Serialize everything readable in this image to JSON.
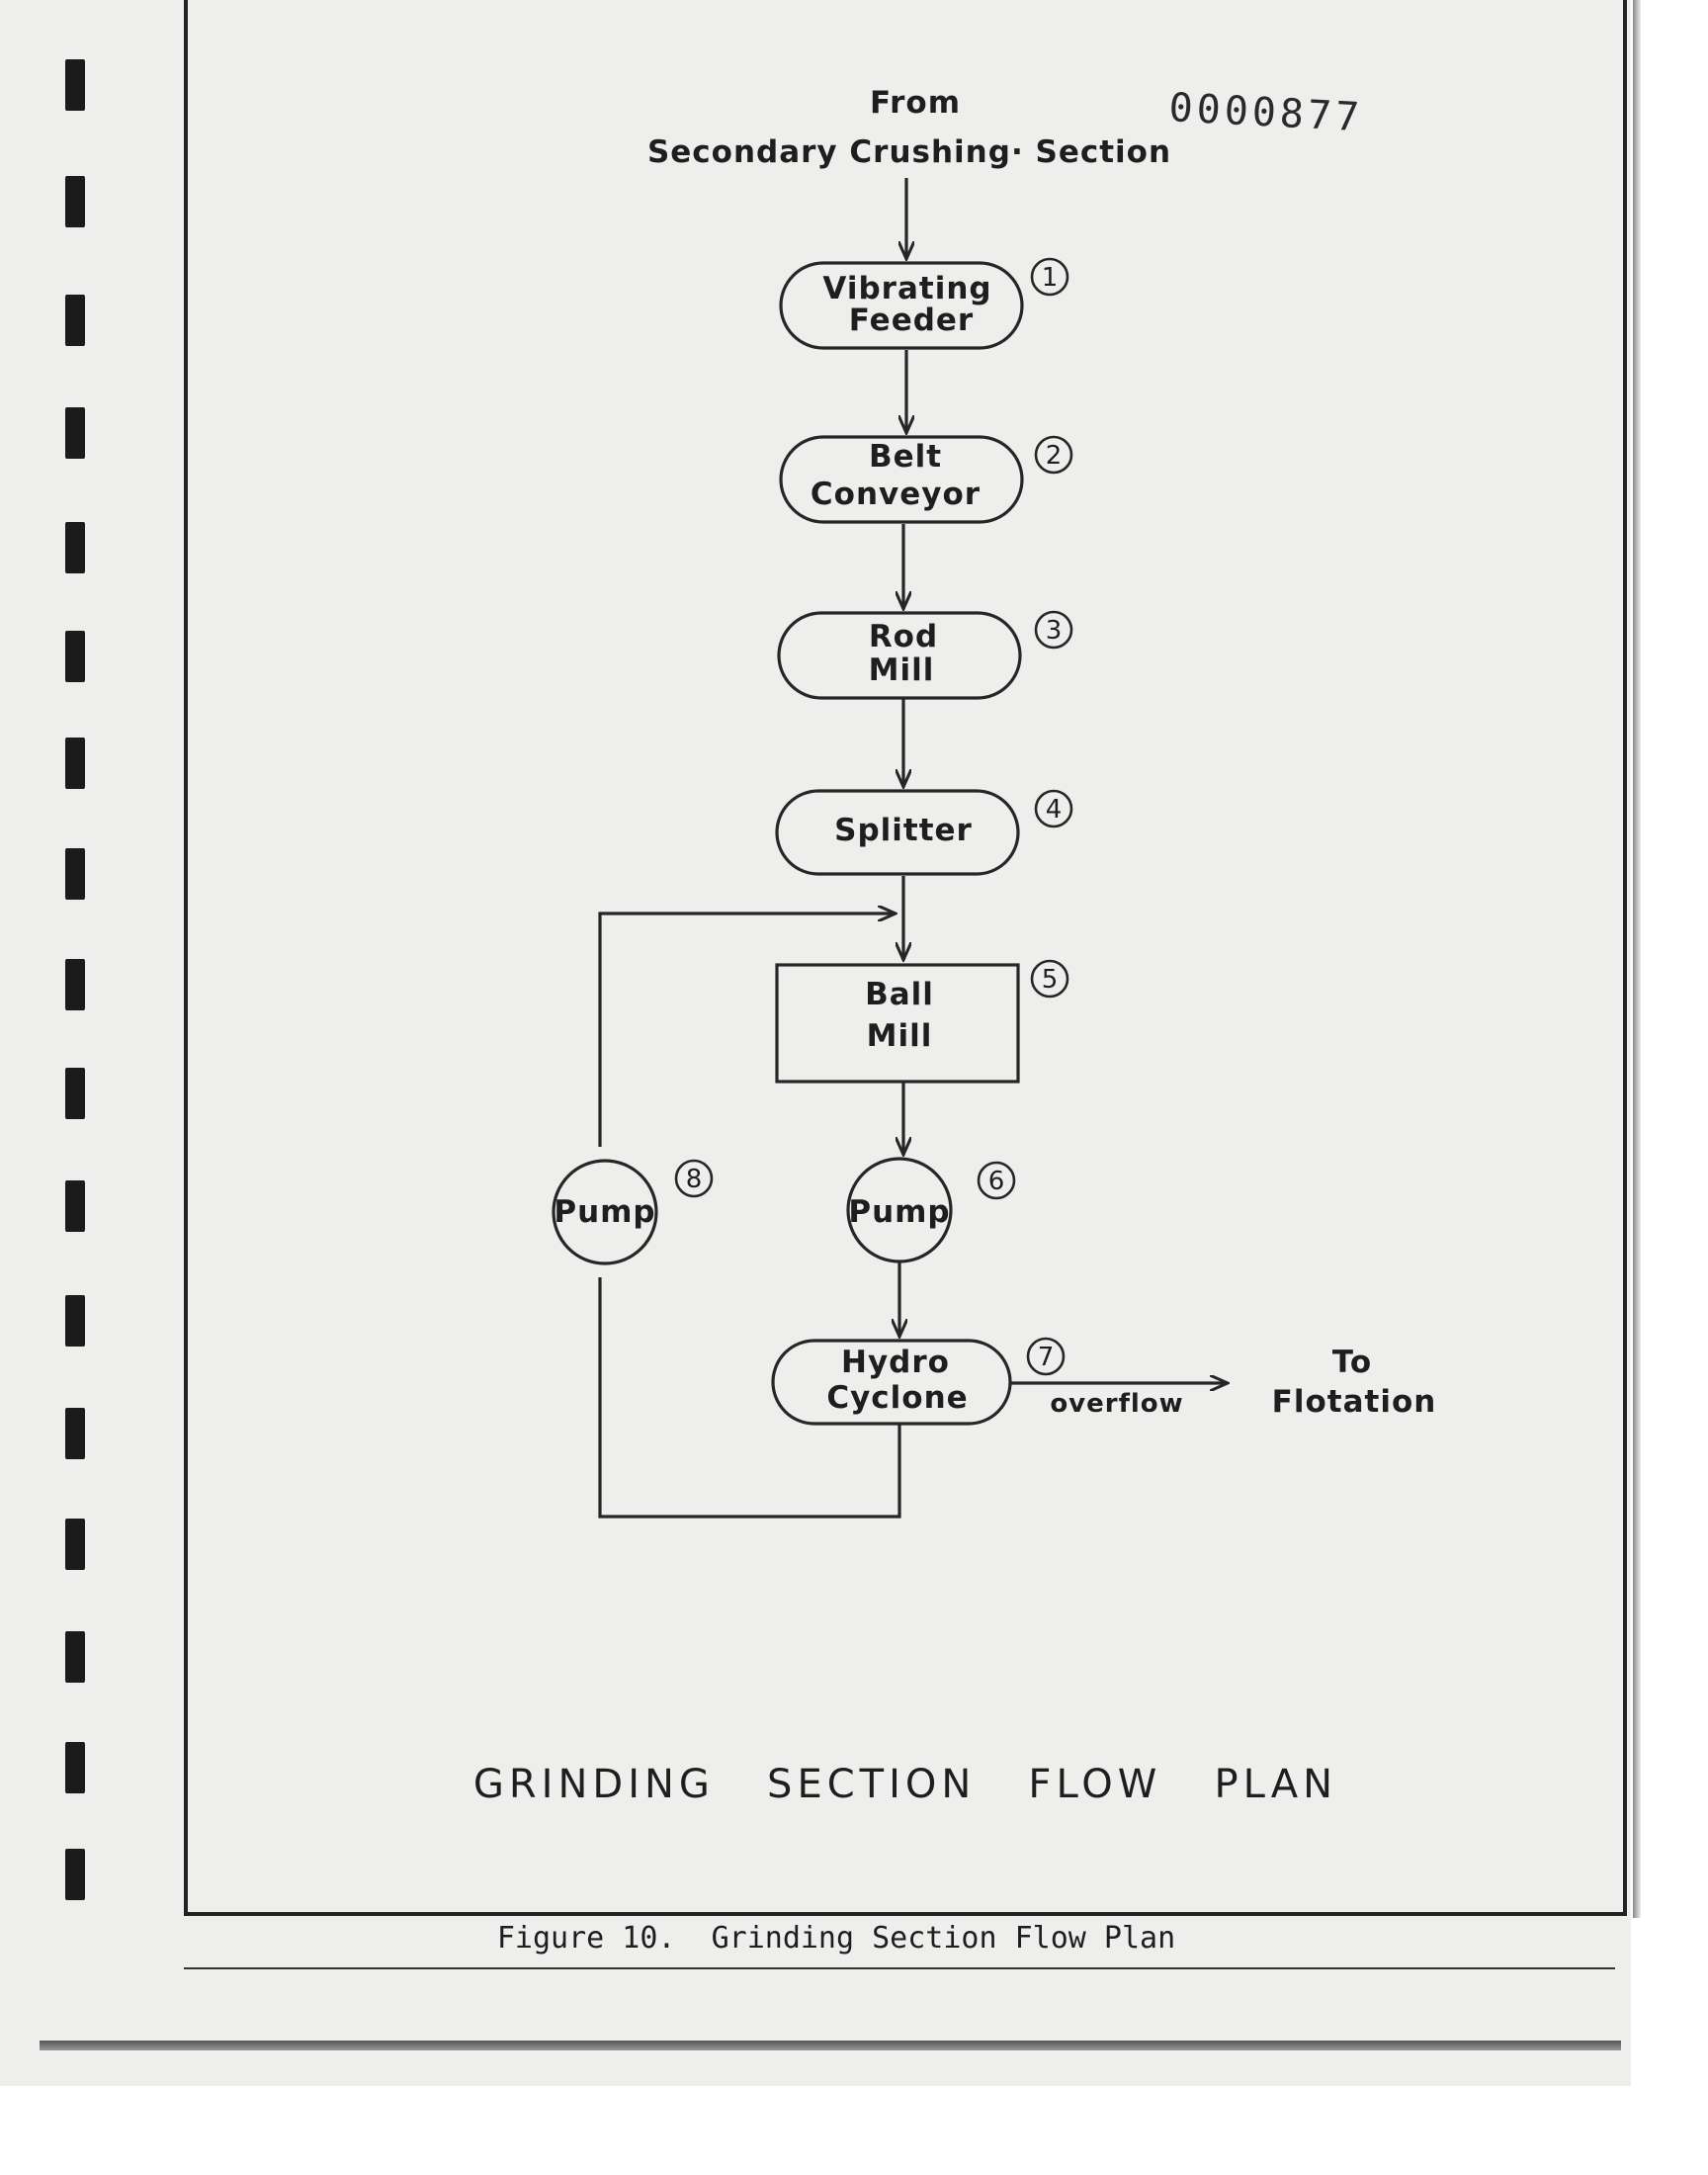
{
  "document": {
    "stamp_number": "0000877",
    "title": "GRINDING   SECTION   FLOW   PLAN",
    "caption": "Figure 10.  Grinding Section Flow Plan"
  },
  "diagram": {
    "source": {
      "line1": "From",
      "line2": "Secondary  Crushing· Section"
    },
    "units": [
      {
        "number": "1",
        "line1": "Vibrating",
        "line2": "Feeder"
      },
      {
        "number": "2",
        "line1": "Belt",
        "line2": "Conveyor"
      },
      {
        "number": "3",
        "line1": "Rod",
        "line2": "Mill"
      },
      {
        "number": "4",
        "line1": "Splitter",
        "line2": ""
      },
      {
        "number": "5",
        "line1": "Ball",
        "line2": "Mill"
      },
      {
        "number": "6",
        "line1": "Pump",
        "line2": ""
      },
      {
        "number": "7",
        "line1": "Hydro",
        "line2": "Cyclone"
      },
      {
        "number": "8",
        "line1": "Pump",
        "line2": ""
      }
    ],
    "overflow_label": "overflow",
    "destination": {
      "line1": "To",
      "line2": "Flotation"
    }
  }
}
